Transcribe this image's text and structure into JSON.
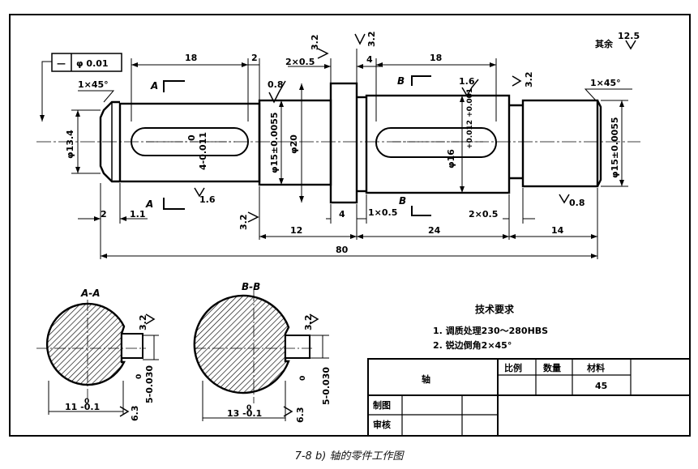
{
  "tolerance": {
    "symbol": "—",
    "value": "φ 0.01"
  },
  "chamfer_left": "1×45°",
  "chamfer_right": "1×45°",
  "rest_roughness": {
    "label": "其余",
    "value": "12.5"
  },
  "section_marks": {
    "A": "A",
    "B": "B"
  },
  "dims": {
    "d18_left": "18",
    "d2": "2",
    "d2x05": "2×0.5",
    "d4_top": "4",
    "d18_right": "18",
    "d2_bottom": "2",
    "d11": "1.1",
    "d12": "12",
    "d4_bottom": "4",
    "d1x05": "1×0.5",
    "d2x05_bottom": "2×0.5",
    "d24": "24",
    "d14": "14",
    "d80": "80",
    "dia134": "φ13.4",
    "keyway_a": "4-0.011",
    "keyway_a_nom": "0",
    "dia15_left": "φ15±0.0055",
    "dia20": "φ20",
    "dia16": "φ16",
    "dia16_tol": "+0.012 +0.001",
    "dia15_right": "φ15±0.0055"
  },
  "roughness": {
    "r32_top1": "3.2",
    "r32_top2": "3.2",
    "r08_left": "0.8",
    "r16_top": "1.6",
    "r32_right": "3.2",
    "r16_bottom": "1.6",
    "r32_bottom": "3.2",
    "r08_bottom": "0.8",
    "r32_sec_a": "3.2",
    "r63_sec_a": "6.3",
    "r32_sec_b": "3.2",
    "r63_sec_b": "6.3"
  },
  "sections": {
    "a_title": "A-A",
    "b_title": "B-B",
    "a_width": "11 -0.1",
    "a_width_nom": "0",
    "a_key": "5-0.030",
    "a_key_nom": "0",
    "b_width": "13 -0.1",
    "b_width_nom": "0",
    "b_key": "5-0.030",
    "b_key_nom": "0"
  },
  "requirements": {
    "title": "技术要求",
    "items": [
      "1.  调质处理230～280HBS",
      "2.  锐边倒角2×45°"
    ]
  },
  "title_block": {
    "part_name": "轴",
    "scale_label": "比例",
    "qty_label": "数量",
    "material_label": "材料",
    "material": "45",
    "draw_label": "制图",
    "check_label": "审核"
  },
  "caption": "7-8 b) 轴的零件工作图"
}
